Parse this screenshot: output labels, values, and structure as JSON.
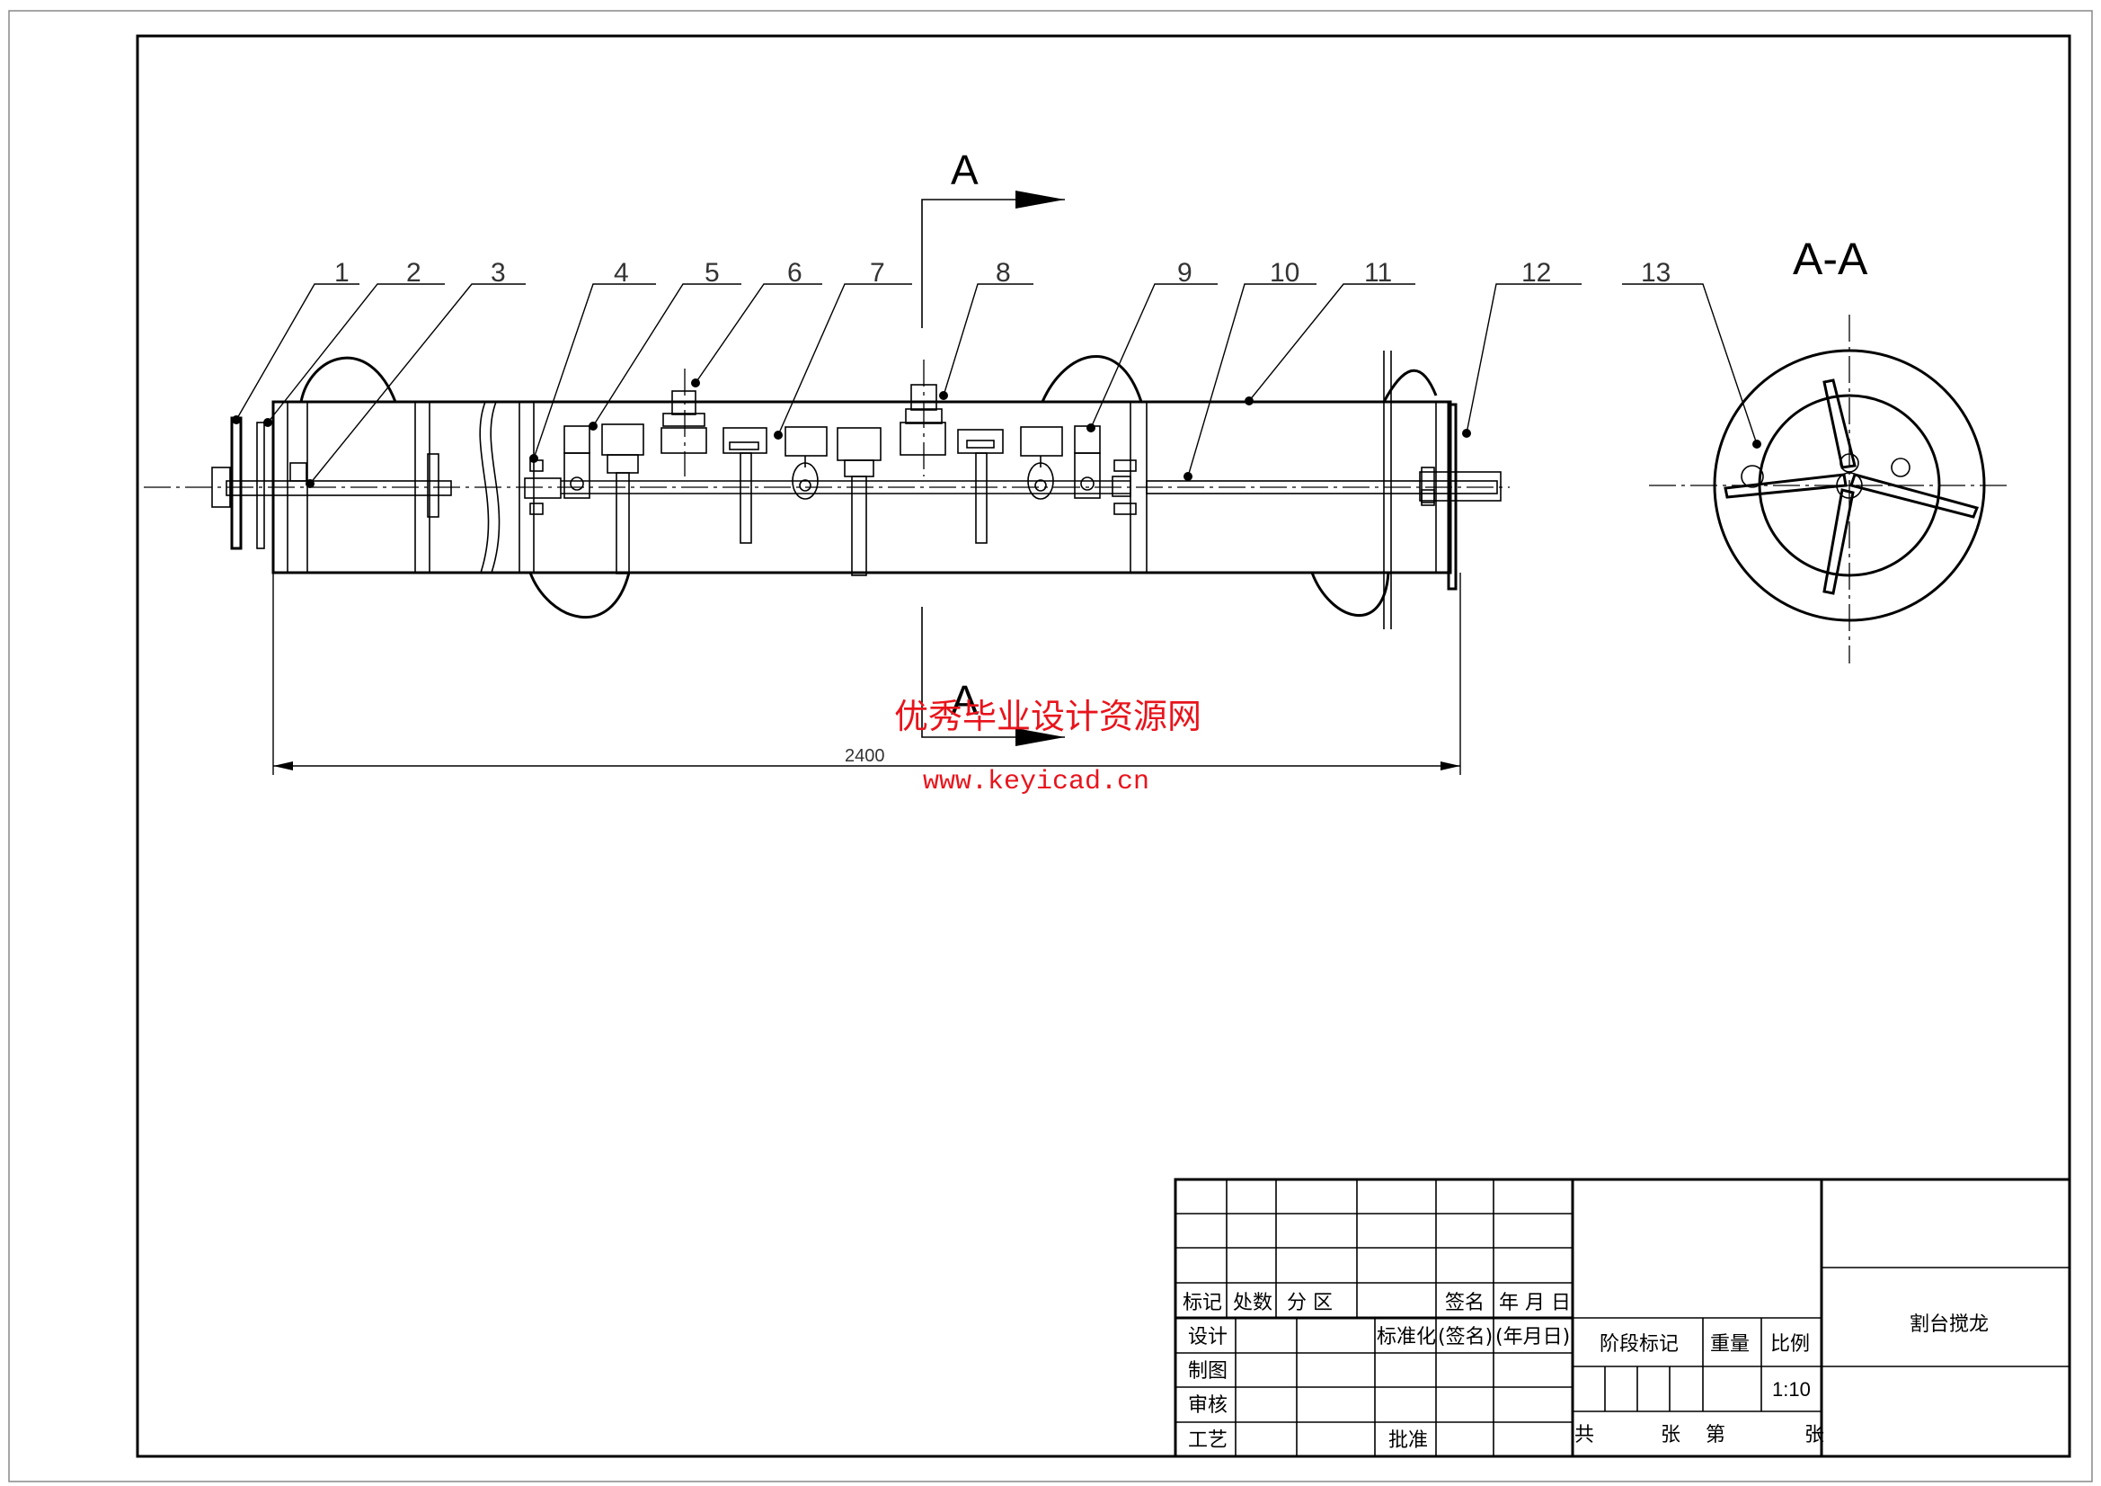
{
  "drawing": {
    "section_marker": "A",
    "section_title": "A-A",
    "dimension_overall": "2400",
    "part_labels": [
      "1",
      "2",
      "3",
      "4",
      "5",
      "6",
      "7",
      "8",
      "9",
      "10",
      "11",
      "12",
      "13"
    ]
  },
  "watermark": {
    "line1": "优秀毕业设计资源网",
    "line2": "www.keyicad.cn"
  },
  "title_block": {
    "headers": {
      "mark": "标记",
      "count": "处数",
      "zone": "分 区",
      "signature": "签名",
      "date": "年 月 日"
    },
    "rows": {
      "design": "设计",
      "standardize": "标准化",
      "sign_paren": "(签名)",
      "date_paren": "(年月日)",
      "draw": "制图",
      "review": "审核",
      "process": "工艺",
      "approve": "批准"
    },
    "stage_mark": "阶段标记",
    "weight": "重量",
    "scale_label": "比例",
    "scale_value": "1:10",
    "sheet_total": "共",
    "sheet_zhang1": "张",
    "sheet_no": "第",
    "sheet_zhang2": "张",
    "drawing_name": "割台搅龙"
  },
  "colors": {
    "line": "#000000",
    "watermark": "#e8141c"
  }
}
